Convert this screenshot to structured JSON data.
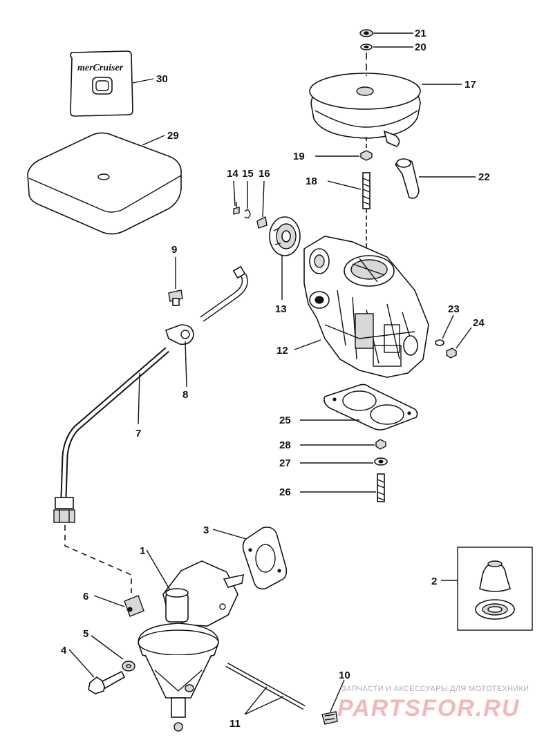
{
  "callouts": [
    {
      "id": "1",
      "text": "1"
    },
    {
      "id": "2",
      "text": "2"
    },
    {
      "id": "3",
      "text": "3"
    },
    {
      "id": "4",
      "text": "4"
    },
    {
      "id": "5",
      "text": "5"
    },
    {
      "id": "6",
      "text": "6"
    },
    {
      "id": "7",
      "text": "7"
    },
    {
      "id": "8",
      "text": "8"
    },
    {
      "id": "9",
      "text": "9"
    },
    {
      "id": "10",
      "text": "10"
    },
    {
      "id": "11",
      "text": "11"
    },
    {
      "id": "12",
      "text": "12"
    },
    {
      "id": "13",
      "text": "13"
    },
    {
      "id": "14",
      "text": "14"
    },
    {
      "id": "15",
      "text": "15"
    },
    {
      "id": "16",
      "text": "16"
    },
    {
      "id": "17",
      "text": "17"
    },
    {
      "id": "18",
      "text": "18"
    },
    {
      "id": "19",
      "text": "19"
    },
    {
      "id": "20",
      "text": "20"
    },
    {
      "id": "21",
      "text": "21"
    },
    {
      "id": "22",
      "text": "22"
    },
    {
      "id": "23",
      "text": "23"
    },
    {
      "id": "24",
      "text": "24"
    },
    {
      "id": "25",
      "text": "25"
    },
    {
      "id": "26",
      "text": "26"
    },
    {
      "id": "27",
      "text": "27"
    },
    {
      "id": "28",
      "text": "28"
    },
    {
      "id": "29",
      "text": "29"
    },
    {
      "id": "30",
      "text": "30"
    }
  ],
  "decal_logo": "merCruiser",
  "watermark": {
    "tagline": "ЗАПЧАСТИ И АКСЕССУАРЫ ДЛЯ МОТОТЕХНИКИ",
    "site": "PARTSFOR.RU"
  }
}
